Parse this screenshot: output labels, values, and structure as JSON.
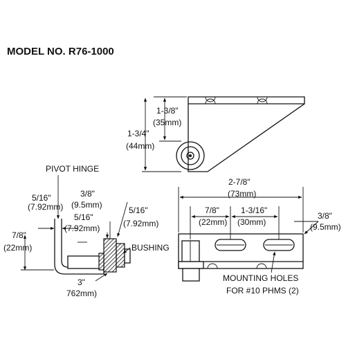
{
  "title": "MODEL NO.  R76-1000",
  "top_view": {
    "dim_small_in": "1-3/8\"",
    "dim_small_mm": "(35mm)",
    "dim_large_in": "1-3/4\"",
    "dim_large_mm": "(44mm)"
  },
  "side_view": {
    "label_pivot": "PIVOT HINGE",
    "dim_a_in": "5/16\"",
    "dim_a_mm": "(7.92mm)",
    "dim_b_in": "3/8\"",
    "dim_b_mm": "(9.5mm)",
    "dim_c_in": "5/16\"",
    "dim_c_mm": "(7.92mm)",
    "dim_d_in": "5/16\"",
    "dim_d_mm": "(7.92mm)",
    "dim_h_in": "7/8\"",
    "dim_h_mm": "(22mm)",
    "label_bushing": "BUSHING",
    "dim_len_in": "3\"",
    "dim_len_mm": "762mm)"
  },
  "plan_view": {
    "dim_overall_in": "2-7/8\"",
    "dim_overall_mm": "(73mm)",
    "dim_left_in": "7/8\"",
    "dim_left_mm": "(22mm)",
    "dim_mid_in": "1-3/16\"",
    "dim_mid_mm": "(30mm)",
    "dim_right_in": "3/8\"",
    "dim_right_mm": "(9.5mm)",
    "note_line1": "MOUNTING HOLES",
    "note_line2": "FOR #10 PHMS (2)"
  }
}
